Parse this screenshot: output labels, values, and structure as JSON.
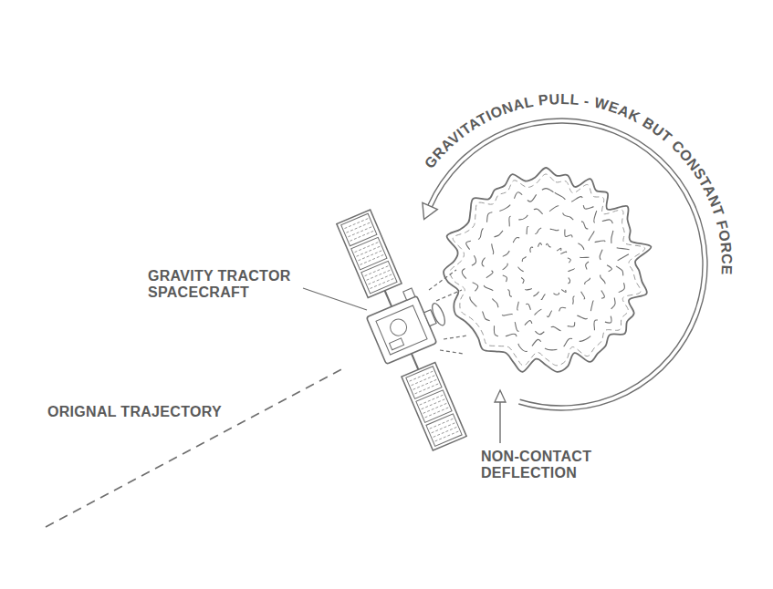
{
  "diagram": {
    "labels": [
      "GRAVITATIONAL PULL - WEAK BUT CONSTANT FORCE",
      "GRAVITY TRACTOR SPACECRAFT",
      "ORIGNAL TRAJECTORY",
      "NON-CONTACT DEFLECTION"
    ]
  }
}
